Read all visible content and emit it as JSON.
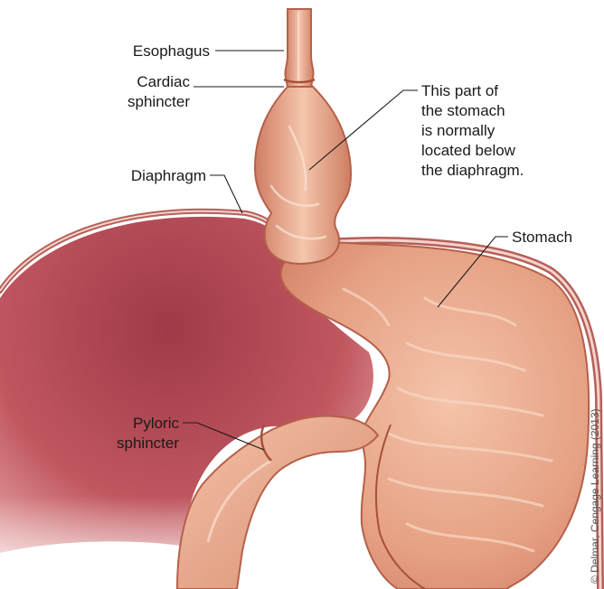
{
  "labels": {
    "esophagus": "Esophagus",
    "cardiac_line1": "Cardiac",
    "cardiac_line2": "sphincter",
    "diaphragm": "Diaphragm",
    "hernia_line1": "This part of",
    "hernia_line2": "the stomach",
    "hernia_line3": "is normally",
    "hernia_line4": "located below",
    "hernia_line5": "the diaphragm.",
    "stomach": "Stomach",
    "pyloric_line1": "Pyloric",
    "pyloric_line2": "sphincter"
  },
  "credit": "© Delmar, Cengage Learning (2013)",
  "colors": {
    "diaphragm_dark": "#8e2f3c",
    "diaphragm_light": "#f2b9b6",
    "stomach_base": "#e3987a",
    "stomach_highlight": "#f6cfb6",
    "outline": "#b5604a"
  }
}
